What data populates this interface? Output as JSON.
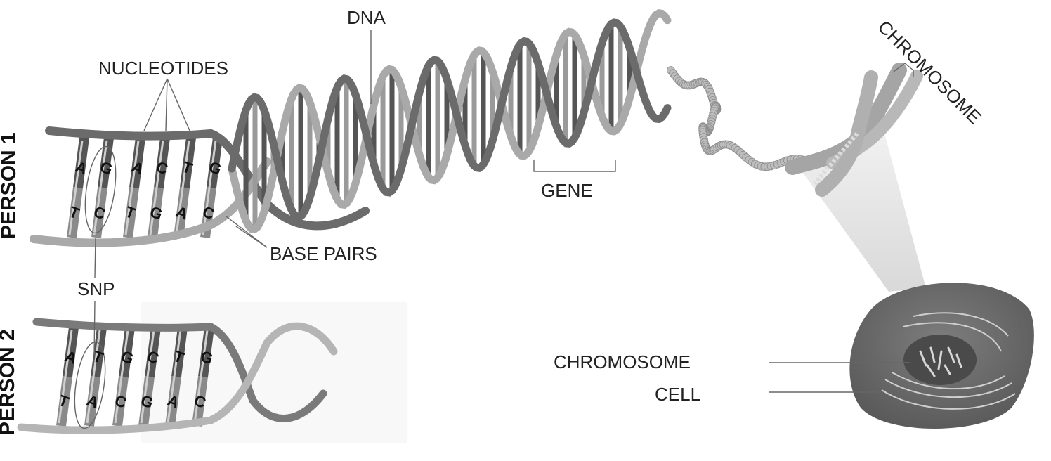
{
  "labels": {
    "dna": "DNA",
    "nucleotides": "NUCLEOTIDES",
    "gene": "GENE",
    "base_pairs": "BASE PAIRS",
    "snp": "SNP",
    "chromosome_top": "CHROMOSOME",
    "chromosome_cell": "CHROMOSOME",
    "cell": "CELL",
    "person1": "PERSON 1",
    "person2": "PERSON 2"
  },
  "person1": {
    "top": [
      "A",
      "G",
      "A",
      "C",
      "T",
      "G"
    ],
    "bottom": [
      "T",
      "C",
      "T",
      "G",
      "A",
      "C"
    ]
  },
  "person2": {
    "top": [
      "A",
      "T",
      "G",
      "C",
      "T",
      "G"
    ],
    "bottom": [
      "T",
      "A",
      "C",
      "G",
      "A",
      "C"
    ]
  },
  "colors": {
    "strand_dark": "#6b6b6b",
    "strand_light": "#a9a9a9",
    "bar_dark": "#555555",
    "bar_light": "#cfcfcf",
    "cell": "#6e6e6e",
    "nucleus": "#4a4a4a"
  }
}
